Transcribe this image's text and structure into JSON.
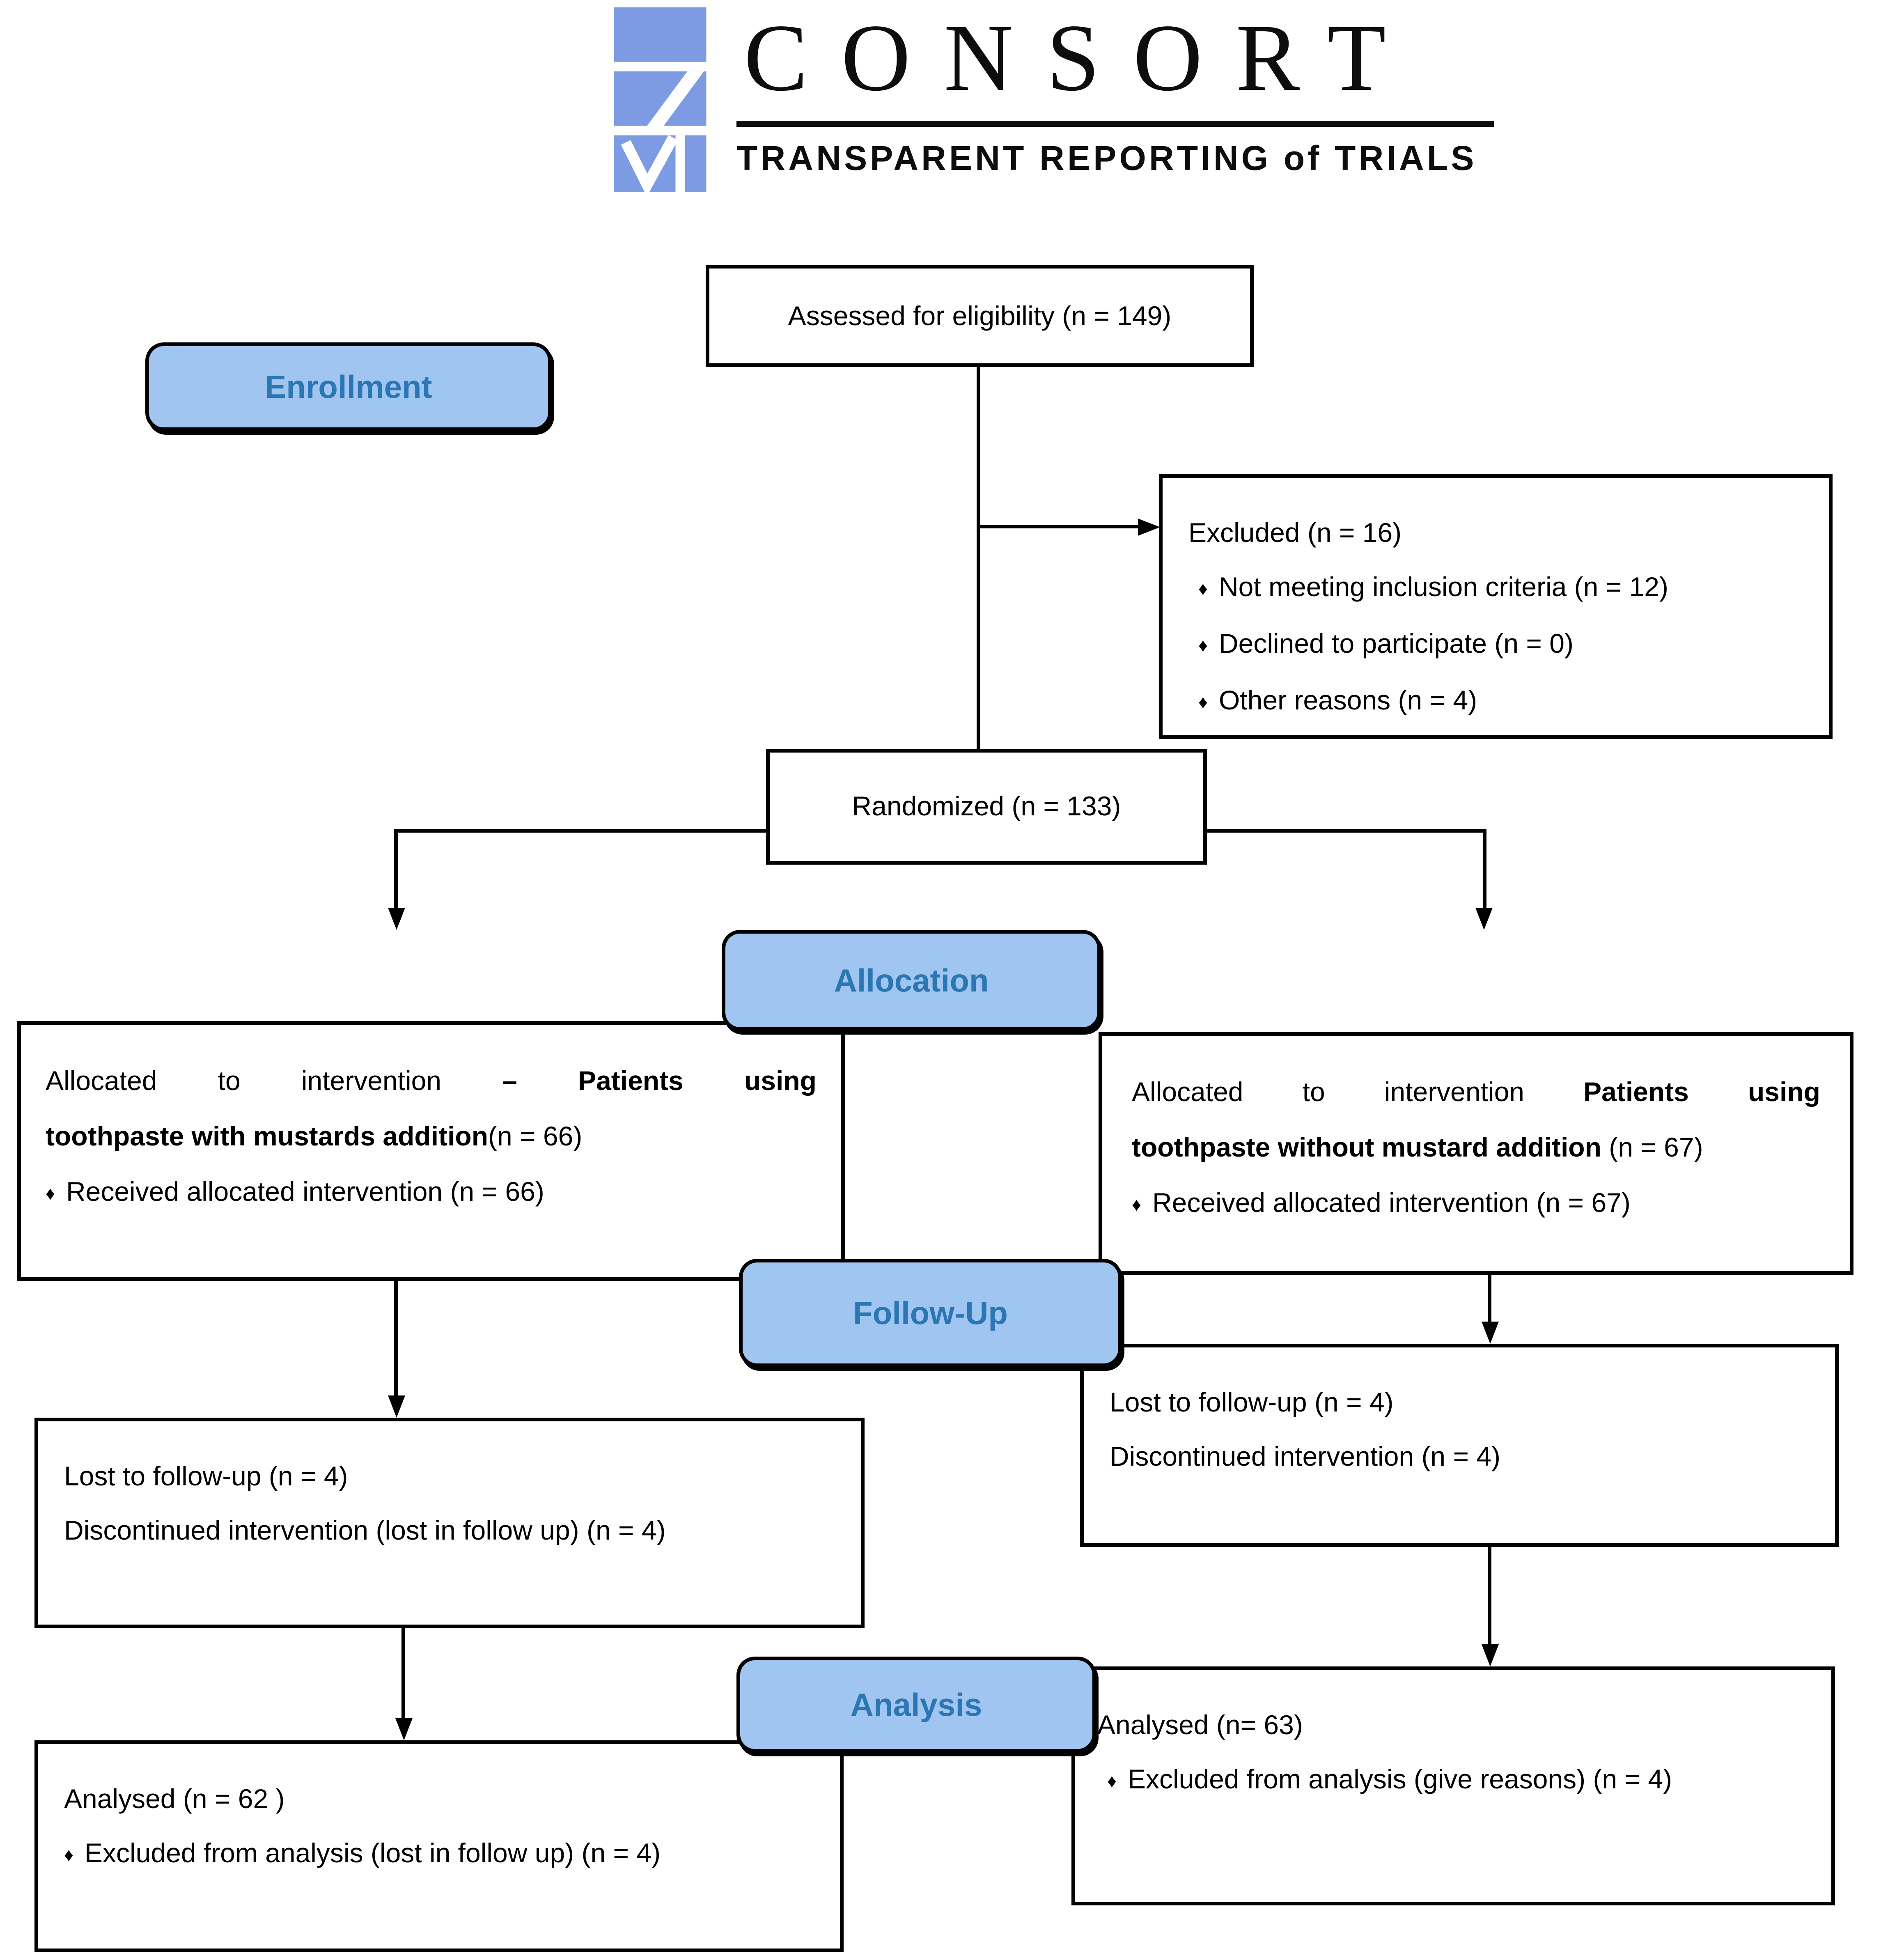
{
  "logo": {
    "title": "CONSORT",
    "subtitle": "TRANSPARENT REPORTING of TRIALS"
  },
  "icons": {
    "bullet": "♦"
  },
  "colors": {
    "stage_label_fill": "#9FC5F0",
    "stage_label_text": "#2B77B3",
    "logo_blue": "#7D9BE3",
    "line_black": "#000000"
  },
  "stage_labels": {
    "enrollment": "Enrollment",
    "allocation": "Allocation",
    "followup": "Follow-Up",
    "analysis": "Analysis"
  },
  "boxes": {
    "assessed": {
      "text": "Assessed for eligibility (n = 149)"
    },
    "excluded": {
      "title": "Excluded (n = 16)",
      "bullets": [
        "Not meeting inclusion criteria (n = 12)",
        "Declined to participate (n = 0)",
        "Other reasons (n = 4)"
      ]
    },
    "randomized": {
      "text": "Randomized (n = 133)"
    },
    "allocated_left": {
      "line1_regular": "Allocated to intervention ",
      "line1_bold": "– Patients using",
      "line2_bold": "toothpaste with mustards addition",
      "line2_regular": "(n = 66)",
      "bullet": "Received allocated intervention (n = 66)"
    },
    "allocated_right": {
      "line1_regular": "Allocated to intervention ",
      "line1_bold": "Patients using",
      "line2_bold": "toothpaste without mustard addition",
      "line2_regular": " (n = 67)",
      "bullet": "Received allocated intervention (n = 67)"
    },
    "followup_left": {
      "line1": "Lost to follow-up (n = 4)",
      "line2": "Discontinued intervention (lost in follow up) (n = 4)"
    },
    "followup_right": {
      "line1": "Lost to follow-up (n = 4)",
      "line2": "Discontinued intervention (n = 4)"
    },
    "analysis_left": {
      "line1": "Analysed (n = 62 )",
      "bullet": "Excluded from analysis (lost in follow up) (n = 4)"
    },
    "analysis_right": {
      "line1": "Analysed (n= 63)",
      "bullet": "Excluded from analysis (give reasons) (n = 4)"
    }
  }
}
